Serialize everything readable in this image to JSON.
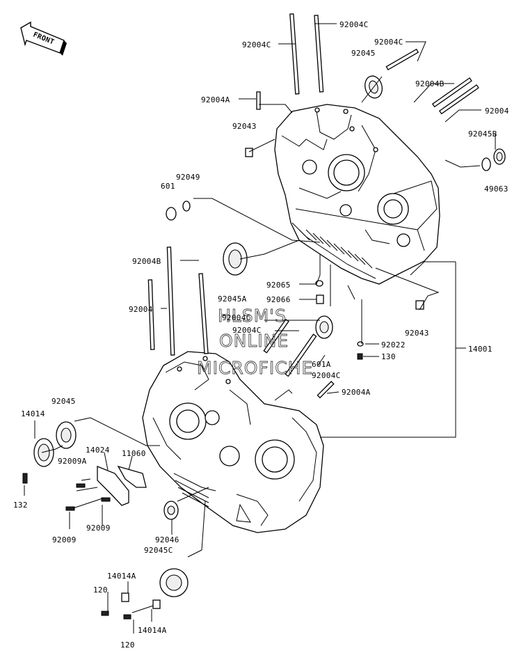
{
  "front_marker": "FRONT",
  "watermark": [
    "HLSM'S",
    "ONLINE",
    "MICROFICHE"
  ],
  "labels": {
    "p92004C_top": "92004C",
    "p92004C_left": "92004C",
    "p92004C_right": "92004C",
    "p92045_top": "92045",
    "p92004B_top": "92004B",
    "p92004A_top": "92004A",
    "p92004_right": "92004",
    "p92043_top": "92043",
    "p92045B": "92045B",
    "p49063": "49063",
    "p92049": "92049",
    "p601": "601",
    "p92004B_mid": "92004B",
    "p92045A": "92045A",
    "p92065": "92065",
    "p92066": "92066",
    "p92004_mid": "92004",
    "p92004C_mid1": "92004C",
    "p92004C_mid2": "92004C",
    "p92043_right": "92043",
    "p92022": "92022",
    "p130": "130",
    "p14001": "14001",
    "p601A": "601A",
    "p92004C_mid3": "92004C",
    "p92004A_mid": "92004A",
    "p92045_left": "92045",
    "p14014": "14014",
    "p14024": "14024",
    "p11060": "11060",
    "p92009A": "92009A",
    "p132": "132",
    "p92009_a": "92009",
    "p92009_b": "92009",
    "p92046": "92046",
    "p92045C": "92045C",
    "p14014A_top": "14014A",
    "p120_top": "120",
    "p120_bot": "120",
    "p14014A_bot": "14014A"
  }
}
